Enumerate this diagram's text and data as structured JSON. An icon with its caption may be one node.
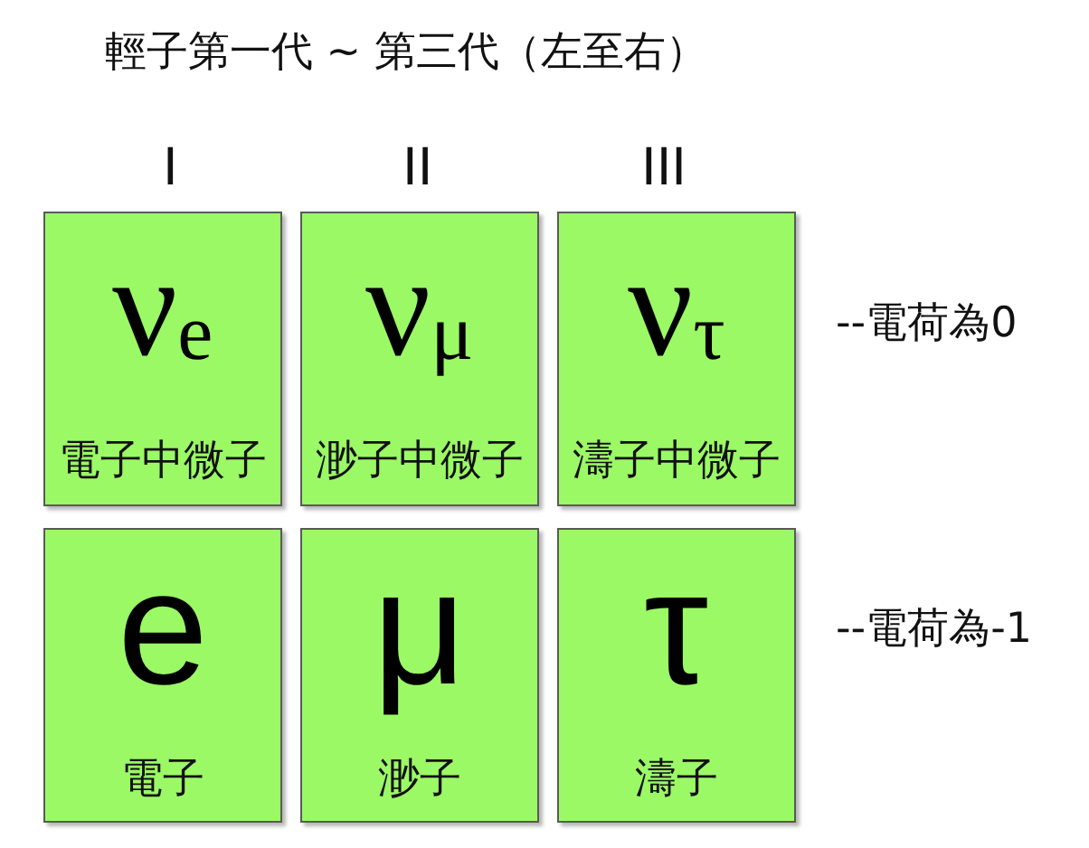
{
  "diagram": {
    "title": "輕子第一代 ~ 第三代（左至右）",
    "nodes": [
      {
        "text": [
          "ν$_{e}$",
          "電子中微子"
        ]
      },
      {
        "text": [
          "ν$_{μ}$",
          "渺子中微子"
        ]
      },
      {
        "text": [
          "ν$_{τ}$",
          "濤子中微子"
        ]
      },
      {
        "text": [
          "e",
          "電子"
        ]
      },
      {
        "text": [
          "μ",
          "渺子"
        ]
      },
      {
        "text": [
          "τ",
          "濤子"
        ]
      }
    ],
    "labels": [
      "I",
      "II",
      "III",
      "--電荷為0",
      "--電荷為-1"
    ]
  }
}
